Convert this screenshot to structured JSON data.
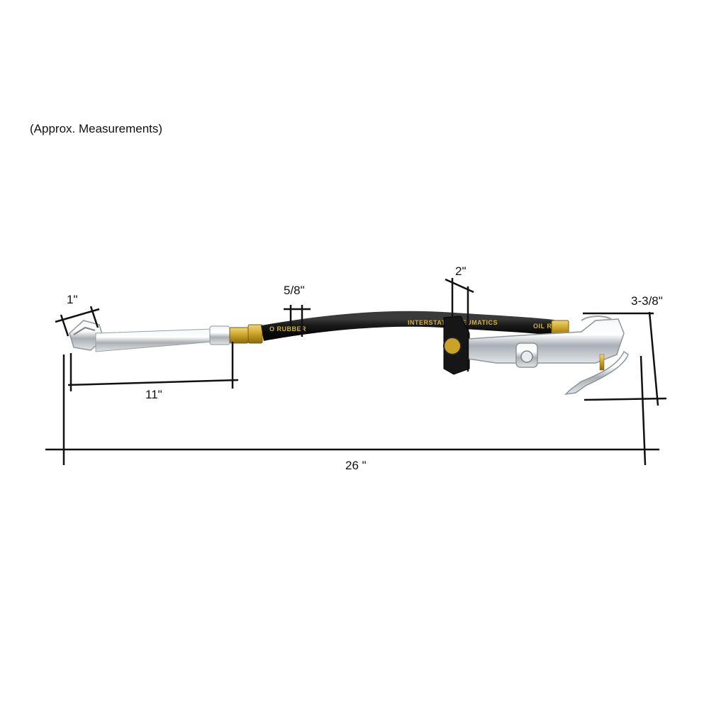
{
  "caption": "(Approx. Measurements)",
  "dimensions": {
    "head_width": "1\"",
    "chuck_length": "11\"",
    "hose_diameter": "5/8\"",
    "gauge_width": "2\"",
    "handle_height": "3-3/8\"",
    "overall_length": "26 \""
  },
  "hose_print": {
    "brand_left": "O  RUBBER",
    "brand_mid": "INTERSTATE PNEUMATICS",
    "brand_right": "OIL R"
  },
  "colors": {
    "hose": "#1c1c1c",
    "chrome": "#cfd3d6",
    "brass": "#c9a227",
    "print": "#d4af37",
    "line": "#111111"
  }
}
